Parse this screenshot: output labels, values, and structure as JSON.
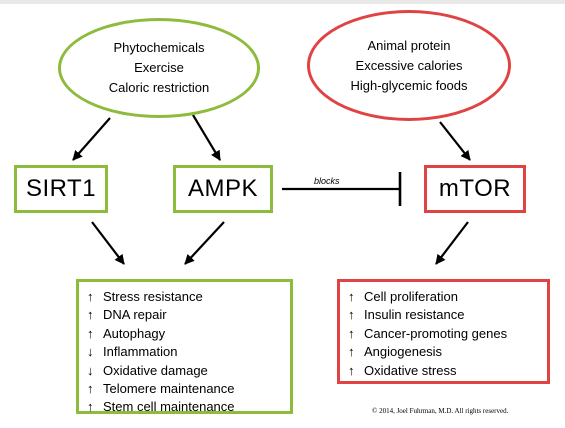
{
  "diagram": {
    "activators_oval": {
      "lines": [
        "Phytochemicals",
        "Exercise",
        "Caloric restriction"
      ],
      "color": "#8dbb3c"
    },
    "inhibitors_oval": {
      "lines": [
        "Animal protein",
        "Excessive calories",
        "High-glycemic foods"
      ],
      "color": "#e04343"
    },
    "nodes": {
      "sirt1": "SIRT1",
      "ampk": "AMPK",
      "mtor": "mTOR"
    },
    "blocks_label": "blocks",
    "green_effects": [
      {
        "arrow": "↑",
        "text": "Stress resistance"
      },
      {
        "arrow": "↑",
        "text": "DNA repair"
      },
      {
        "arrow": "↑",
        "text": "Autophagy"
      },
      {
        "arrow": "↓",
        "text": "Inflammation"
      },
      {
        "arrow": "↓",
        "text": "Oxidative damage"
      },
      {
        "arrow": "↑",
        "text": "Telomere maintenance"
      },
      {
        "arrow": "↑",
        "text": "Stem cell maintenance"
      }
    ],
    "red_effects": [
      {
        "arrow": "↑",
        "text": "Cell proliferation"
      },
      {
        "arrow": "↑",
        "text": "Insulin resistance"
      },
      {
        "arrow": "↑",
        "text": "Cancer-promoting genes"
      },
      {
        "arrow": "↑",
        "text": "Angiogenesis"
      },
      {
        "arrow": "↑",
        "text": "Oxidative stress"
      }
    ],
    "copyright": "© 2014, Joel Fuhrman, M.D.  All rights reserved."
  }
}
